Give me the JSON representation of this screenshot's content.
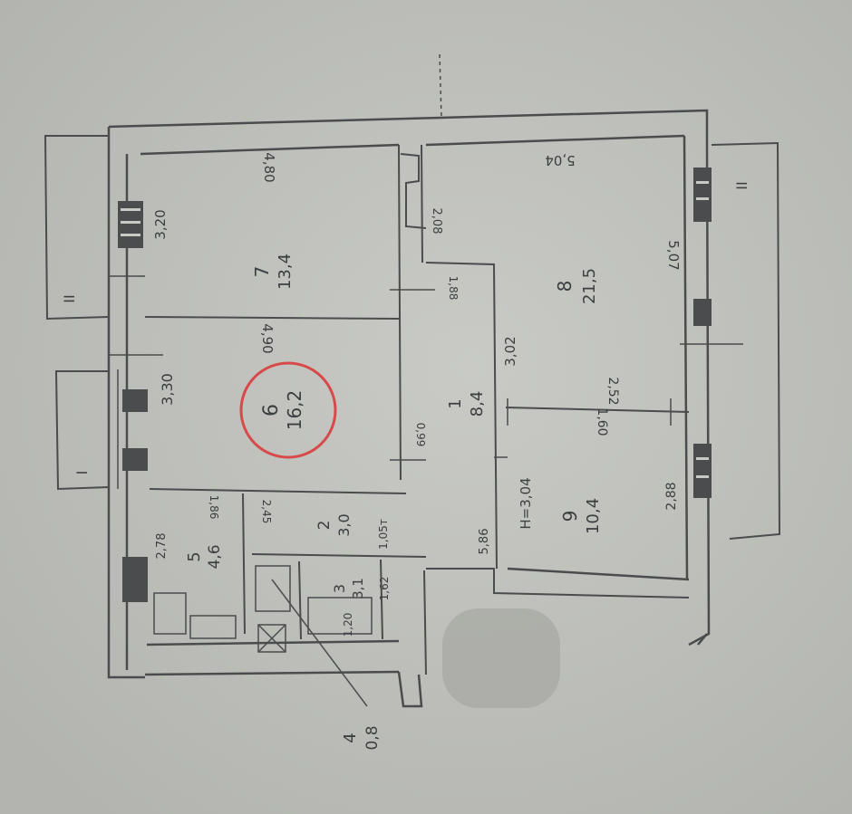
{
  "colors": {
    "paper": "#b9bab5",
    "ink": "#3c3f40",
    "highlight_circle": "#d84a4a"
  },
  "rooms": {
    "r1": {
      "number": "1",
      "area": "8,4"
    },
    "r2": {
      "number": "2",
      "area": "3,0"
    },
    "r3": {
      "number": "3",
      "area": "3,1"
    },
    "r4": {
      "number": "4",
      "area": "0,8"
    },
    "r5": {
      "number": "5",
      "area": "4,6"
    },
    "r6": {
      "number": "6",
      "area": "16,2"
    },
    "r7": {
      "number": "7",
      "area": "13,4"
    },
    "r8": {
      "number": "8",
      "area": "21,5"
    },
    "r9": {
      "number": "9",
      "area": "10,4"
    }
  },
  "dimensions": {
    "d_320": "3,20",
    "d_330": "3,30",
    "d_278": "2,78",
    "d_480": "4,80",
    "d_490": "4,90",
    "d_208": "2,08",
    "d_504": "5,04",
    "d_507": "5,07",
    "d_302": "3,02",
    "d_252": "2,52",
    "d_160": "1,60",
    "d_304": "H=3,04",
    "d_288": "2,88",
    "d_586": "5,86",
    "d_105": "1,05т",
    "d_162": "1,62",
    "d_186": "1,86",
    "d_245": "2,45",
    "d_099": "0,99",
    "d_188": "1,88",
    "d_120": "1,20"
  },
  "section_marks": {
    "left_top": "II",
    "left_bottom": "I",
    "right_top": "II"
  }
}
